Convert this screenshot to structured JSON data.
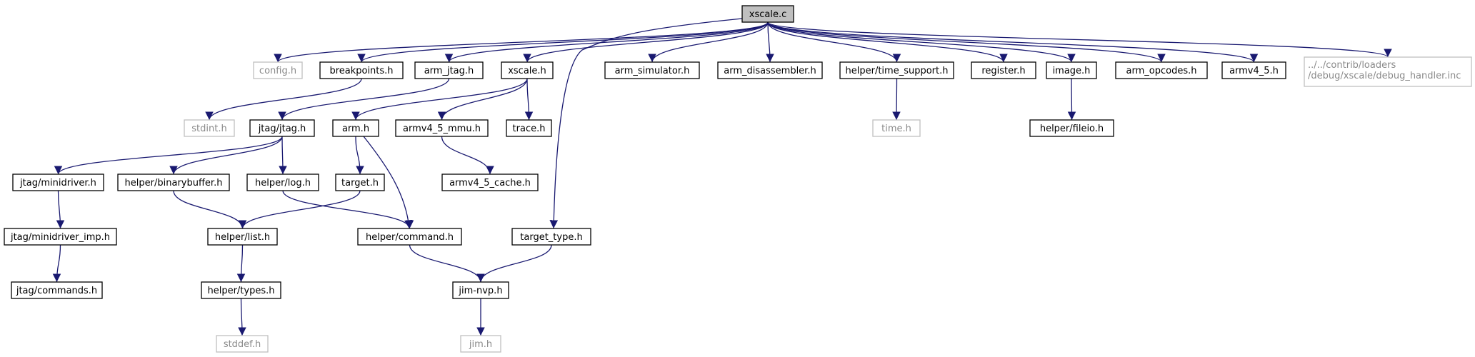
{
  "colors": {
    "edge": "#191970",
    "root_fill": "#bfbfbf",
    "missing_border": "#bfbfbf",
    "border": "#000000"
  },
  "nodes": [
    {
      "id": "xscale_c",
      "lines": [
        "xscale.c"
      ],
      "style": "root"
    },
    {
      "id": "config_h",
      "lines": [
        "config.h"
      ],
      "style": "ghost"
    },
    {
      "id": "breakpoints_h",
      "lines": [
        "breakpoints.h"
      ],
      "style": "solid"
    },
    {
      "id": "arm_jtag_h",
      "lines": [
        "arm_jtag.h"
      ],
      "style": "solid"
    },
    {
      "id": "xscale_h",
      "lines": [
        "xscale.h"
      ],
      "style": "solid"
    },
    {
      "id": "arm_simulator_h",
      "lines": [
        "arm_simulator.h"
      ],
      "style": "solid"
    },
    {
      "id": "arm_disassembler_h",
      "lines": [
        "arm_disassembler.h"
      ],
      "style": "solid"
    },
    {
      "id": "helper_time_support_h",
      "lines": [
        "helper/time_support.h"
      ],
      "style": "solid"
    },
    {
      "id": "register_h",
      "lines": [
        "register.h"
      ],
      "style": "solid"
    },
    {
      "id": "image_h",
      "lines": [
        "image.h"
      ],
      "style": "solid"
    },
    {
      "id": "arm_opcodes_h",
      "lines": [
        "arm_opcodes.h"
      ],
      "style": "solid"
    },
    {
      "id": "armv4_5_h",
      "lines": [
        "armv4_5.h"
      ],
      "style": "solid"
    },
    {
      "id": "debug_handler_inc",
      "lines": [
        "../../contrib/loaders",
        "/debug/xscale/debug_handler.inc"
      ],
      "style": "ghost"
    },
    {
      "id": "stdint_h",
      "lines": [
        "stdint.h"
      ],
      "style": "ghost"
    },
    {
      "id": "jtag_jtag_h",
      "lines": [
        "jtag/jtag.h"
      ],
      "style": "solid"
    },
    {
      "id": "arm_h",
      "lines": [
        "arm.h"
      ],
      "style": "solid"
    },
    {
      "id": "armv4_5_mmu_h",
      "lines": [
        "armv4_5_mmu.h"
      ],
      "style": "solid"
    },
    {
      "id": "trace_h",
      "lines": [
        "trace.h"
      ],
      "style": "solid"
    },
    {
      "id": "time_h",
      "lines": [
        "time.h"
      ],
      "style": "ghost"
    },
    {
      "id": "helper_fileio_h",
      "lines": [
        "helper/fileio.h"
      ],
      "style": "solid"
    },
    {
      "id": "jtag_minidriver_h",
      "lines": [
        "jtag/minidriver.h"
      ],
      "style": "solid"
    },
    {
      "id": "helper_binarybuffer_h",
      "lines": [
        "helper/binarybuffer.h"
      ],
      "style": "solid"
    },
    {
      "id": "helper_log_h",
      "lines": [
        "helper/log.h"
      ],
      "style": "solid"
    },
    {
      "id": "target_h",
      "lines": [
        "target.h"
      ],
      "style": "solid"
    },
    {
      "id": "armv4_5_cache_h",
      "lines": [
        "armv4_5_cache.h"
      ],
      "style": "solid"
    },
    {
      "id": "jtag_minidriver_imp_h",
      "lines": [
        "jtag/minidriver_imp.h"
      ],
      "style": "solid"
    },
    {
      "id": "helper_list_h",
      "lines": [
        "helper/list.h"
      ],
      "style": "solid"
    },
    {
      "id": "helper_command_h",
      "lines": [
        "helper/command.h"
      ],
      "style": "solid"
    },
    {
      "id": "target_type_h",
      "lines": [
        "target_type.h"
      ],
      "style": "solid"
    },
    {
      "id": "jtag_commands_h",
      "lines": [
        "jtag/commands.h"
      ],
      "style": "solid"
    },
    {
      "id": "helper_types_h",
      "lines": [
        "helper/types.h"
      ],
      "style": "solid"
    },
    {
      "id": "jim_nvp_h",
      "lines": [
        "jim-nvp.h"
      ],
      "style": "solid"
    },
    {
      "id": "stddef_h",
      "lines": [
        "stddef.h"
      ],
      "style": "ghost"
    },
    {
      "id": "jim_h",
      "lines": [
        "jim.h"
      ],
      "style": "ghost"
    }
  ],
  "edges": [
    [
      "xscale_c",
      "config_h"
    ],
    [
      "xscale_c",
      "breakpoints_h"
    ],
    [
      "xscale_c",
      "arm_jtag_h"
    ],
    [
      "xscale_c",
      "xscale_h"
    ],
    [
      "xscale_c",
      "target_type_h"
    ],
    [
      "xscale_c",
      "arm_simulator_h"
    ],
    [
      "xscale_c",
      "arm_disassembler_h"
    ],
    [
      "xscale_c",
      "helper_time_support_h"
    ],
    [
      "xscale_c",
      "register_h"
    ],
    [
      "xscale_c",
      "image_h"
    ],
    [
      "xscale_c",
      "arm_opcodes_h"
    ],
    [
      "xscale_c",
      "armv4_5_h"
    ],
    [
      "xscale_c",
      "debug_handler_inc"
    ],
    [
      "breakpoints_h",
      "stdint_h"
    ],
    [
      "arm_jtag_h",
      "jtag_jtag_h"
    ],
    [
      "xscale_h",
      "arm_h"
    ],
    [
      "xscale_h",
      "armv4_5_mmu_h"
    ],
    [
      "xscale_h",
      "trace_h"
    ],
    [
      "helper_time_support_h",
      "time_h"
    ],
    [
      "image_h",
      "helper_fileio_h"
    ],
    [
      "jtag_jtag_h",
      "jtag_minidriver_h"
    ],
    [
      "jtag_jtag_h",
      "helper_binarybuffer_h"
    ],
    [
      "jtag_jtag_h",
      "helper_log_h"
    ],
    [
      "arm_h",
      "target_h"
    ],
    [
      "arm_h",
      "helper_command_h"
    ],
    [
      "armv4_5_mmu_h",
      "armv4_5_cache_h"
    ],
    [
      "jtag_minidriver_h",
      "jtag_minidriver_imp_h"
    ],
    [
      "helper_binarybuffer_h",
      "helper_list_h"
    ],
    [
      "helper_log_h",
      "helper_command_h"
    ],
    [
      "target_h",
      "helper_list_h"
    ],
    [
      "jtag_minidriver_imp_h",
      "jtag_commands_h"
    ],
    [
      "helper_list_h",
      "helper_types_h"
    ],
    [
      "helper_command_h",
      "jim_nvp_h"
    ],
    [
      "target_type_h",
      "jim_nvp_h"
    ],
    [
      "helper_types_h",
      "stddef_h"
    ],
    [
      "jim_nvp_h",
      "jim_h"
    ]
  ]
}
